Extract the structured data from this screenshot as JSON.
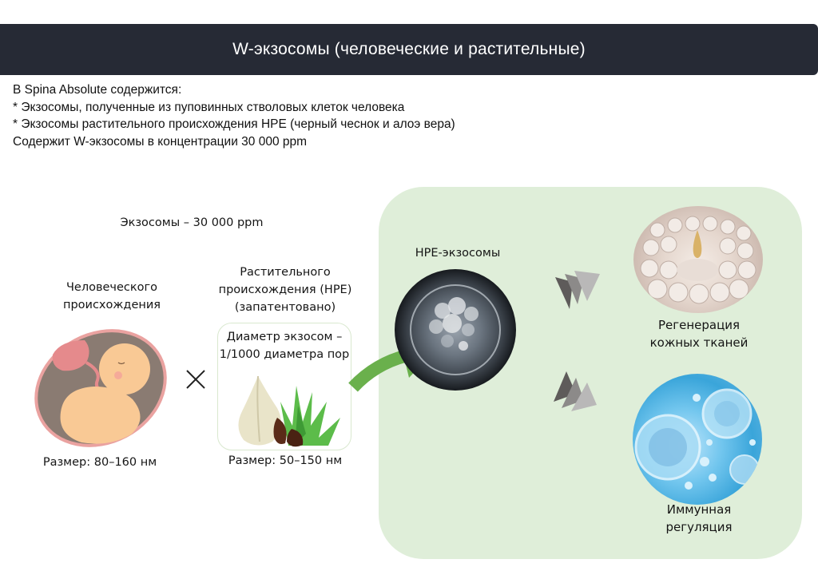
{
  "header": {
    "title": "W-экзосомы (человеческие и растительные)"
  },
  "intro": {
    "lines": [
      "В Spina Absolute содержится:",
      "* Экзосомы, полученные из пуповинных стволовых клеток человека",
      "* Экзосомы растительного происхождения HPE (черный чеснок и алоэ вера)",
      "Содержит W-экзосомы в концентрации 30 000 ppm"
    ]
  },
  "diagram": {
    "total_label": "Экзосомы – 30 000 ppm",
    "human": {
      "title_line1": "Человеческого",
      "title_line2": "происхождения",
      "size": "Размер: 80–160 нм",
      "icon": "fetus-icon"
    },
    "operator": "×",
    "plant": {
      "title_line1": "Растительного",
      "title_line2": "происхождения (HPE)",
      "title_line3": "(запатентовано)",
      "box_line1": "Диаметр экзосом –",
      "box_line2": "1/1000 диаметра пор",
      "size": "Размер: 50–150 нм",
      "icon": "garlic-aloe-icon"
    },
    "hpe": {
      "title": "HPE-экзосомы",
      "icon": "exosome-microscope-icon"
    },
    "results": [
      {
        "line1": "Регенерация",
        "line2": "кожных тканей",
        "icon": "skin-cells-icon"
      },
      {
        "line1": "Иммунная",
        "line2": "регуляция",
        "icon": "immune-cells-icon"
      }
    ]
  },
  "colors": {
    "header_bg": "#262a35",
    "panel_bg": "#dfeed9",
    "arrow_green": "#6ab04c"
  }
}
